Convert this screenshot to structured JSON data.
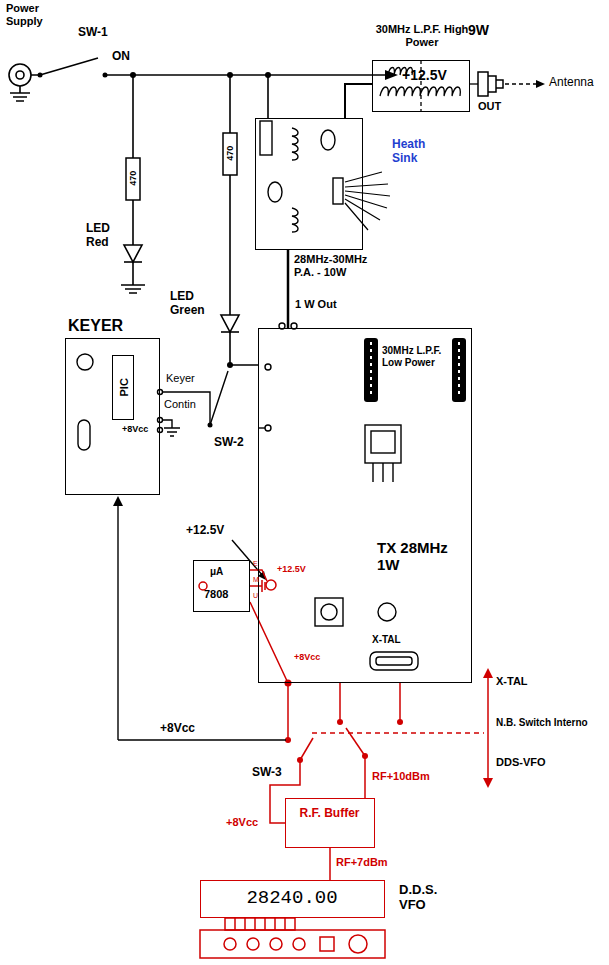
{
  "diagram": {
    "nodes": [
      {
        "text": [
          "28MHz-30MHz P.A. - 10W"
        ]
      },
      {
        "text": [
          "30MHz L.P.F. High Power"
        ]
      },
      {
        "text": [
          "KEYER"
        ]
      },
      {
        "text": [
          "PIC"
        ],
        "in": 2
      },
      {
        "text": [
          "TX 28MHz 1W"
        ]
      },
      {
        "text": [
          "μA",
          "7808"
        ]
      },
      {
        "text": [
          "R.F. Buffer"
        ]
      },
      {
        "text": [
          "28240.00",
          "D.D.S. VFO"
        ]
      }
    ],
    "edges": [
      {
        "from": 0,
        "to": 1,
        "arrow": "none"
      },
      {
        "from": 4,
        "to": 0,
        "label": "1 W Out",
        "arrow": "none"
      },
      {
        "from": 7,
        "to": 6,
        "label": "RF+7dBm",
        "arrow": "none"
      }
    ],
    "labels": [
      "Power Supply",
      "SW-1",
      "ON",
      "+12.5V",
      "470",
      "LED Red",
      "470",
      "LED Green",
      "Heath Sink",
      "9W",
      "OUT",
      "Antenna",
      "Keyer",
      "Contin",
      "+8Vcc",
      "SW-2",
      "30MHz L.P.F. Low Power",
      "X-TAL",
      "+12.5V",
      "+12.5V",
      "E",
      "M",
      "U",
      "+8Vcc",
      "+8Vcc",
      "SW-3",
      "X-TAL",
      "N.B. Switch Interno",
      "DDS-VFO",
      "RF+10dBm",
      "+8Vcc"
    ]
  }
}
